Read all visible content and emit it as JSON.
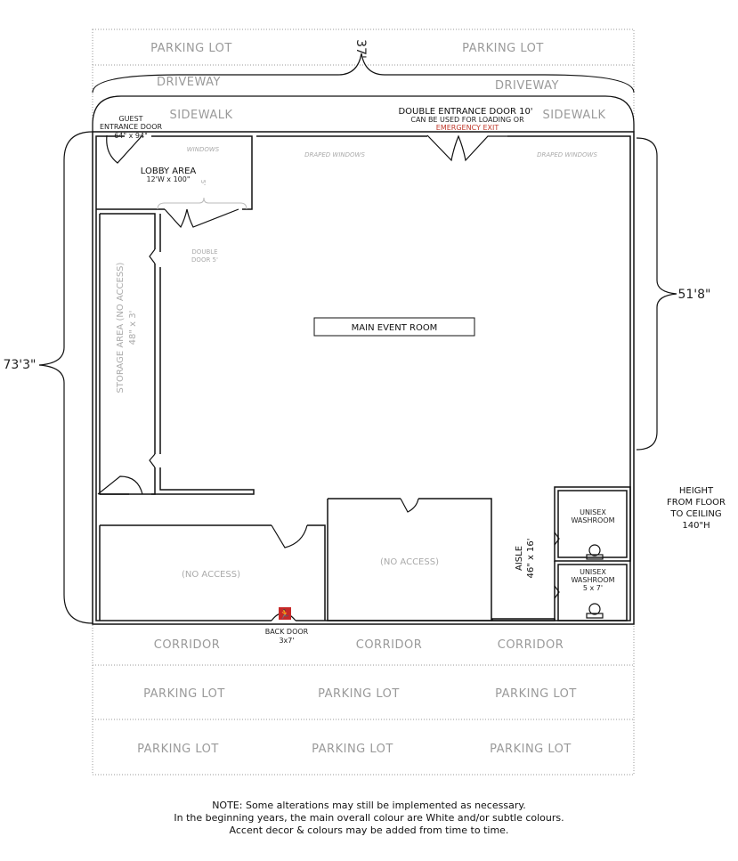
{
  "site": {
    "parking_lot": "PARKING LOT",
    "driveway": "DRIVEWAY",
    "sidewalk": "SIDEWALK",
    "corridor": "CORRIDOR"
  },
  "dimensions": {
    "width": "37'",
    "length": "73'3\"",
    "main_room_length": "51'8\""
  },
  "doors": {
    "guest_title": "GUEST",
    "guest_title2": "ENTRANCE DOOR",
    "guest_size": "64\" x 94\"",
    "double_entrance_title": "DOUBLE ENTRANCE DOOR 10'",
    "double_entrance_note": "CAN BE USED FOR LOADING OR",
    "emergency_exit": "EMERGENCY EXIT",
    "inner_double_1": "DOUBLE",
    "inner_double_2": "DOOR 5'",
    "inner_double_dim": "5'",
    "back_door": "BACK DOOR",
    "back_door_size": "3x7'"
  },
  "rooms": {
    "windows": "WINDOWS",
    "draped_windows": "DRAPED WINDOWS",
    "lobby": "LOBBY AREA",
    "lobby_size": "12'W x 100\"",
    "storage": "STORAGE AREA (NO ACCESS)",
    "storage_size": "48\" x 3'",
    "main_event": "MAIN EVENT ROOM",
    "no_access": "(NO ACCESS)",
    "aisle": "AISLE",
    "aisle_size": "46\" x 16'",
    "washroom_1": "UNISEX",
    "washroom_2": "WASHROOM",
    "washroom_size": "5 x 7'"
  },
  "height": {
    "line1": "HEIGHT",
    "line2": "FROM FLOOR",
    "line3": "TO CEILING",
    "value": "140\"H"
  },
  "note": {
    "line1": "NOTE: Some alterations may still be implemented as necessary.",
    "line2": "In the beginning years, the main overall colour are White and/or subtle colours.",
    "line3": "Accent decor & colours may be added from time to time."
  },
  "colors": {
    "emergency": "#c0392b",
    "exit_sign": "#c62828"
  }
}
